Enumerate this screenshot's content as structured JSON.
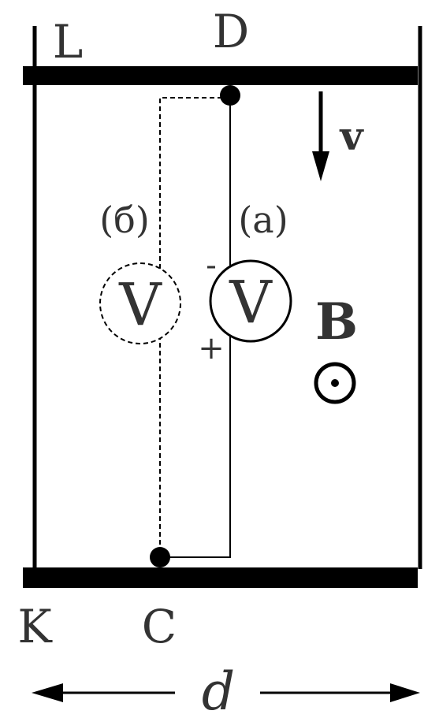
{
  "labels": {
    "L": "L",
    "D": "D",
    "K": "K",
    "C": "C",
    "d": "d",
    "v": "v",
    "B": "B"
  },
  "voltmeters": {
    "a": {
      "label": "(а)",
      "symbol": "V",
      "minus": "-",
      "plus": "+"
    },
    "b": {
      "label": "(б)",
      "symbol": "V"
    }
  },
  "colors": {
    "ink": "#000000",
    "label_gray": "#333333",
    "background": "#ffffff"
  }
}
